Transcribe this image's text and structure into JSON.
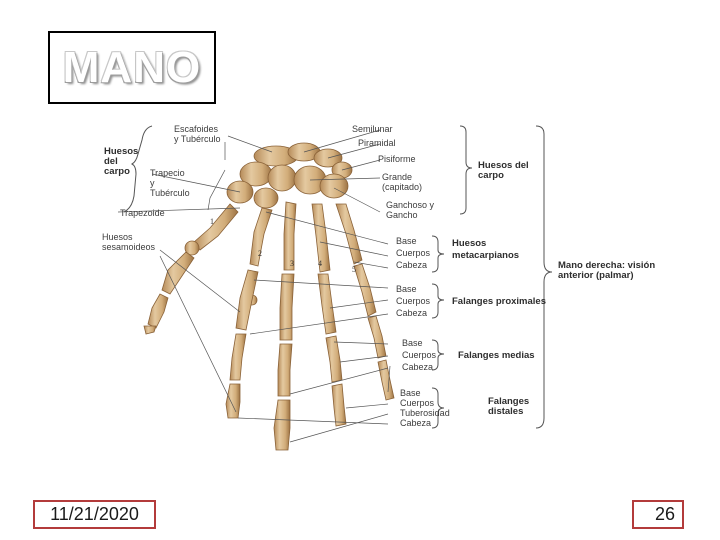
{
  "slide": {
    "title": "MANO",
    "date": "11/21/2020",
    "page_number": "26"
  },
  "diagram": {
    "carpal_group": [
      "Huesos",
      "del",
      "carpo"
    ],
    "scaphoid": [
      "Escafoides",
      "y Tubérculo"
    ],
    "trapezium": [
      "Trapecio",
      "y",
      "Tubérculo"
    ],
    "trapezoid": "Trapezoide",
    "sesamoids": [
      "Huesos",
      "sesamoideos"
    ],
    "lunate": "Semilunar",
    "triquetrum": "Piramidal",
    "pisiform": "Pisiforme",
    "capitate": [
      "Grande",
      "(capitado)"
    ],
    "hamate": [
      "Ganchoso y",
      "Gancho"
    ],
    "carpal_right_group": [
      "Huesos del",
      "carpo"
    ],
    "metacarpal_parts": [
      "Base",
      "Cuerpos",
      "Cabeza"
    ],
    "metacarpal_group": [
      "Huesos",
      "metacarpianos"
    ],
    "proximal_parts": [
      "Base",
      "Cuerpos",
      "Cabeza"
    ],
    "proximal_group": "Falanges proximales",
    "middle_parts": [
      "Base",
      "Cuerpos",
      "Cabeza"
    ],
    "middle_group": "Falanges medias",
    "distal_parts": [
      "Base",
      "Cuerpos",
      "Tuberosidad",
      "Cabeza"
    ],
    "distal_group": [
      "Falanges",
      "distales"
    ],
    "view_caption": [
      "Mano derecha: visión",
      "anterior (palmar)"
    ],
    "digit_numbers": [
      "1",
      "2",
      "3",
      "4",
      "5"
    ],
    "colors": {
      "bone": "#d9b98c",
      "bone_shadow": "#a87e4f",
      "leader": "#555555",
      "border": "#b33b3b"
    }
  }
}
